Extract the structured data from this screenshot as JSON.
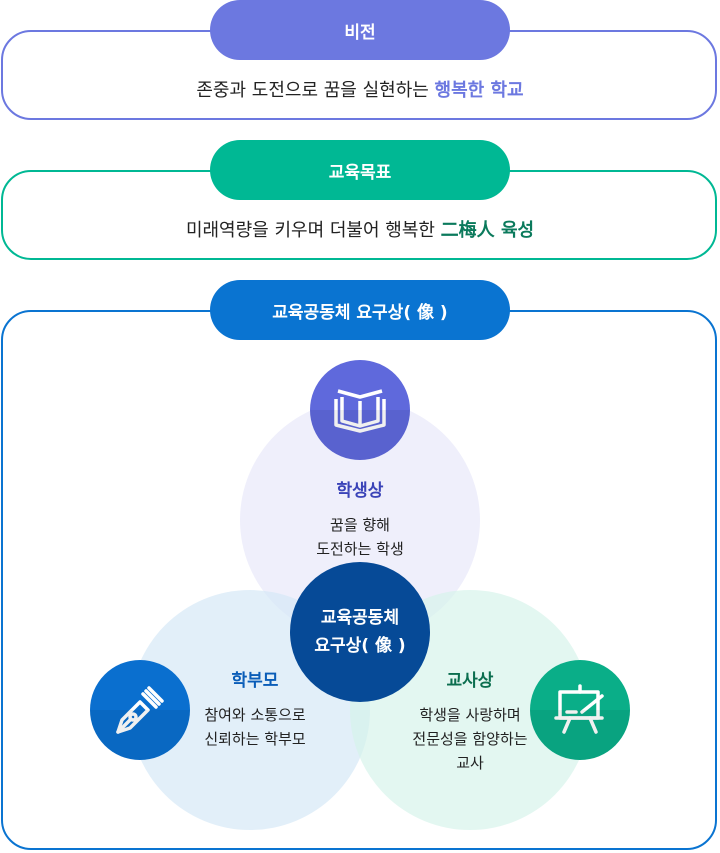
{
  "vision": {
    "title": "비전",
    "text_plain": "존중과 도전으로 꿈을 실현하는 ",
    "text_highlight": "행복한 학교",
    "color": "#6c78e0"
  },
  "goal": {
    "title": "교육목표",
    "text_plain": "미래역량을 키우며 더불어 행복한 ",
    "text_highlight": "二梅人 육성",
    "color": "#00b894",
    "highlight_color": "#0b7a5c"
  },
  "community": {
    "title": "교육공동체 요구상( 像 )",
    "color": "#0a74d1",
    "center": {
      "line1": "교육공동체",
      "line2": "요구상( 像 )",
      "color": "#064a97"
    },
    "student": {
      "title": "학생상",
      "line1": "꿈을 향해",
      "line2": "도전하는 학생",
      "icon": "book-icon",
      "color": "#5b63d9",
      "bg": "#efeffb"
    },
    "parent": {
      "title": "학부모",
      "line1": "참여와 소통으로",
      "line2": "신뢰하는 학부모",
      "icon": "fountain-pen-icon",
      "color": "#0a6fcf",
      "bg": "#e3eff9"
    },
    "teacher": {
      "title": "교사상",
      "line1": "학생을 사랑하며",
      "line2": "전문성을 함양하는",
      "line3": "교사",
      "icon": "easel-icon",
      "color": "#0aae88",
      "bg": "#e3f6f2"
    }
  }
}
